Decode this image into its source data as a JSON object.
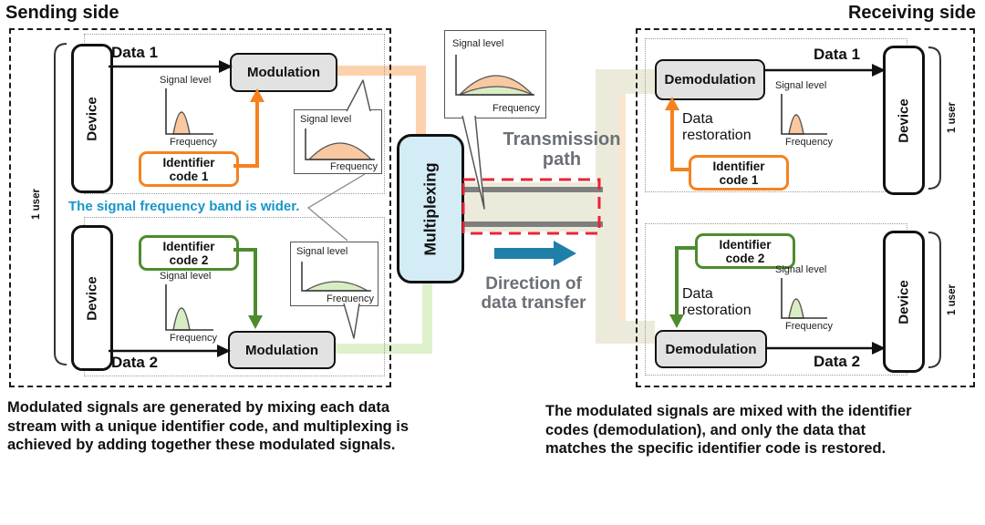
{
  "sending": {
    "title": "Sending side",
    "note": "The signal frequency band is wider.",
    "one_user": "1 user",
    "device": "Device",
    "data1": "Data 1",
    "data2": "Data 2",
    "modulation": "Modulation",
    "identifier": "Identifier",
    "code1": "code 1",
    "code2": "code 2"
  },
  "receiving": {
    "title": "Receiving side",
    "one_user": "1 user",
    "device": "Device",
    "data1": "Data 1",
    "data2": "Data 2",
    "demodulation": "Demodulation",
    "identifier": "Identifier",
    "code1": "code 1",
    "code2": "code 2",
    "restoration_line1": "Data",
    "restoration_line2": "restoration"
  },
  "center": {
    "multiplexing": "Multiplexing",
    "transmission_line1": "Transmission",
    "transmission_line2": "path",
    "direction_line1": "Direction of",
    "direction_line2": "data transfer"
  },
  "chart": {
    "signal_level": "Signal level",
    "frequency": "Frequency"
  },
  "captions": {
    "left": [
      "Modulated signals are generated by mixing each data",
      "stream with a unique identifier code, and multiplexing is",
      "achieved by adding together these modulated signals."
    ],
    "right": [
      "The modulated signals are mixed with the identifier",
      "codes (demodulation), and only the data that",
      "matches the specific identifier code is restored."
    ]
  },
  "colors": {
    "orange_accent": "#f5821f",
    "green_accent": "#4e8b2f",
    "orange_band": "#fbd2ad",
    "green_band": "#def0cc",
    "beige_band": "#ecebdb",
    "mux_fill": "#d3ecf6",
    "note_blue": "#1796c8",
    "gray_text": "#6b7076",
    "transmission_red": "#e82433",
    "direction_arrow_blue": "#1e7fa9"
  }
}
